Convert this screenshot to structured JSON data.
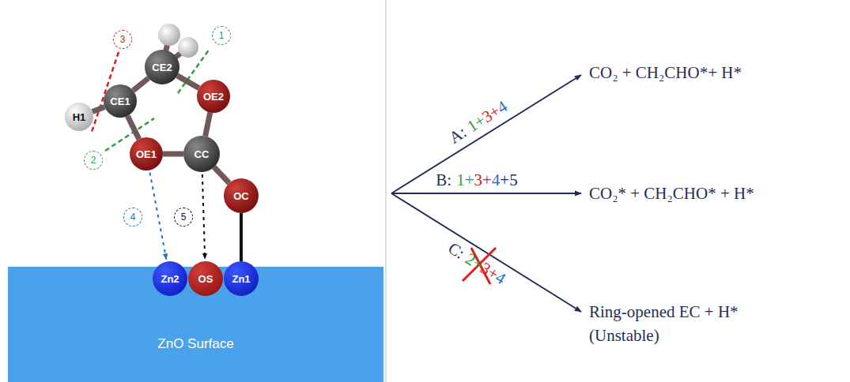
{
  "diagram": {
    "nodes": [
      {
        "text": [
          "3"
        ]
      },
      {
        "text": [
          "CE2"
        ]
      },
      {
        "text": [
          "1"
        ]
      },
      {
        "text": [
          "H1"
        ]
      },
      {
        "text": [
          "CE1"
        ]
      },
      {
        "text": [
          "OE2"
        ]
      },
      {
        "text": [
          "2"
        ]
      },
      {
        "text": [
          "OE1"
        ]
      },
      {
        "text": [
          "CC"
        ]
      },
      {
        "text": [
          "OC"
        ]
      },
      {
        "text": [
          "4"
        ]
      },
      {
        "text": [
          "5"
        ]
      },
      {
        "text": [
          "ZnO Surface"
        ]
      },
      {
        "text": [
          "Zn2"
        ],
        "in": 12
      },
      {
        "text": [
          "OS"
        ],
        "in": 12
      },
      {
        "text": [
          "Zn1"
        ],
        "in": 12
      }
    ],
    "edges": [
      {
        "from": 1,
        "to": 5,
        "arrow": "none"
      },
      {
        "from": 5,
        "to": 8,
        "arrow": "none"
      },
      {
        "from": 8,
        "to": 7,
        "arrow": "none"
      },
      {
        "from": 7,
        "to": 4,
        "arrow": "none"
      },
      {
        "from": 4,
        "to": 1,
        "arrow": "none"
      },
      {
        "from": 4,
        "to": 3,
        "arrow": "none"
      },
      {
        "from": 8,
        "to": 9,
        "arrow": "none"
      },
      {
        "from": 9,
        "to": 15,
        "arrow": "none"
      },
      {
        "from": 7,
        "to": 13,
        "arrow": "to"
      },
      {
        "from": 8,
        "to": 14,
        "arrow": "to"
      }
    ],
    "labels": [
      "A:",
      "1+",
      "3+",
      "4",
      "B:",
      "1+",
      "3+",
      "4",
      "+5",
      "C:",
      "2+",
      "3+",
      "4",
      "CO₂ + CH₂CHO*+ H*",
      "CO₂* + CH₂CHO* + H*",
      "Ring-opened EC + H*",
      "(Unstable)"
    ]
  }
}
